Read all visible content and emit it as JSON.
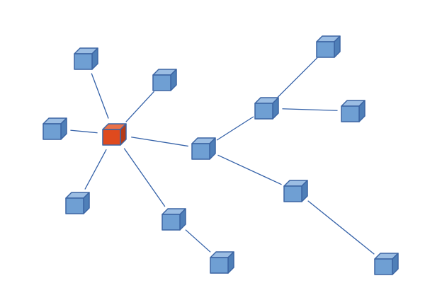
{
  "diagram": {
    "type": "network-topology",
    "colors": {
      "hub_front": "#DF4A1E",
      "hub_top": "#EB7148",
      "hub_side": "#B53B17",
      "node_front": "#6F9FD3",
      "node_top": "#9BBDE3",
      "node_side": "#4F7FB8",
      "outline": "#3C65A3",
      "edge": "#3461A8"
    },
    "nodes": [
      {
        "id": "hub",
        "kind": "hub"
      },
      {
        "id": "n1",
        "kind": "node"
      },
      {
        "id": "n2",
        "kind": "node"
      },
      {
        "id": "n3",
        "kind": "node"
      },
      {
        "id": "n4",
        "kind": "node"
      },
      {
        "id": "n5",
        "kind": "node"
      },
      {
        "id": "n6",
        "kind": "node"
      },
      {
        "id": "n7",
        "kind": "node"
      },
      {
        "id": "n8",
        "kind": "node"
      },
      {
        "id": "n9",
        "kind": "node"
      },
      {
        "id": "n10",
        "kind": "node"
      },
      {
        "id": "n11",
        "kind": "node"
      },
      {
        "id": "n12",
        "kind": "node"
      }
    ],
    "edges": [
      [
        "hub",
        "n1"
      ],
      [
        "hub",
        "n2"
      ],
      [
        "hub",
        "n3"
      ],
      [
        "hub",
        "n5"
      ],
      [
        "hub",
        "n6"
      ],
      [
        "hub",
        "n4"
      ],
      [
        "n6",
        "n7"
      ],
      [
        "n4",
        "n8"
      ],
      [
        "n4",
        "n11"
      ],
      [
        "n8",
        "n9"
      ],
      [
        "n8",
        "n10"
      ],
      [
        "n11",
        "n12"
      ]
    ]
  }
}
